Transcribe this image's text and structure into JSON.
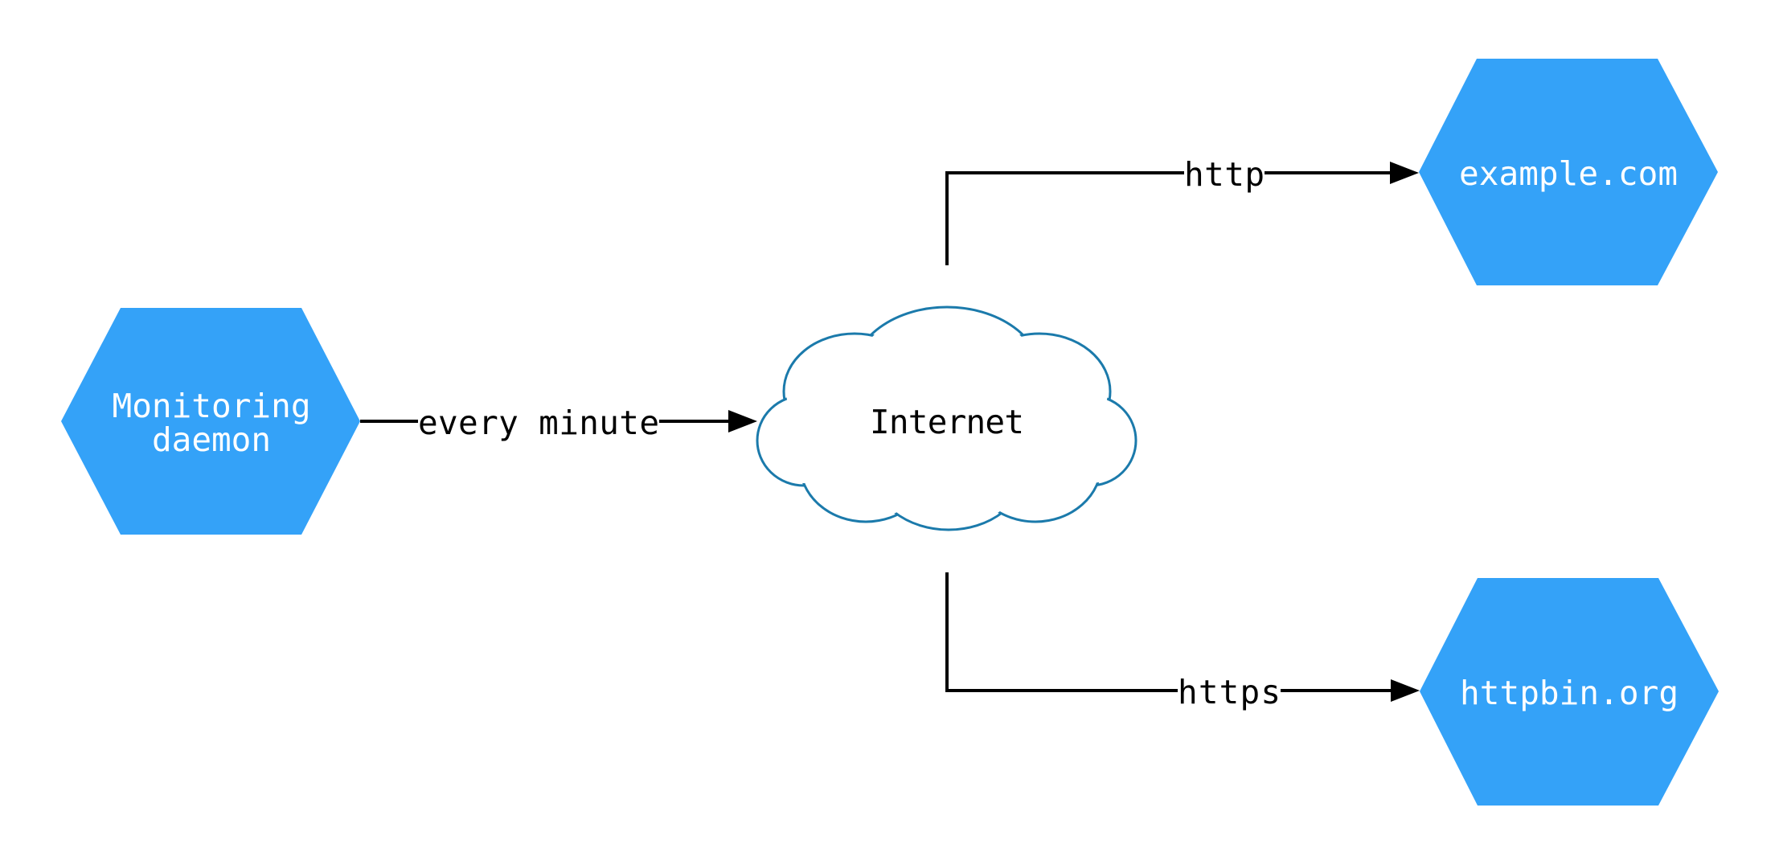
{
  "diagram": {
    "title": "monitoring-network-diagram",
    "nodes": {
      "daemon": {
        "shape": "hexagon",
        "label_line1": "Monitoring",
        "label_line2": "daemon"
      },
      "internet": {
        "shape": "cloud",
        "label": "Internet"
      },
      "example": {
        "shape": "hexagon",
        "label": "example.com"
      },
      "httpbin": {
        "shape": "hexagon",
        "label": "httpbin.org"
      }
    },
    "edges": {
      "daemon_to_internet": {
        "label": "every minute",
        "direction": "right"
      },
      "internet_to_example": {
        "label": "http",
        "direction": "up-right"
      },
      "internet_to_httpbin": {
        "label": "https",
        "direction": "down-right"
      }
    },
    "colors": {
      "hexagon_fill": "#34a2f8",
      "cloud_stroke": "#1b7aab",
      "edge_stroke": "#000000",
      "node_text": "#ffffff",
      "edge_text": "#000000",
      "background": "#ffffff"
    }
  }
}
